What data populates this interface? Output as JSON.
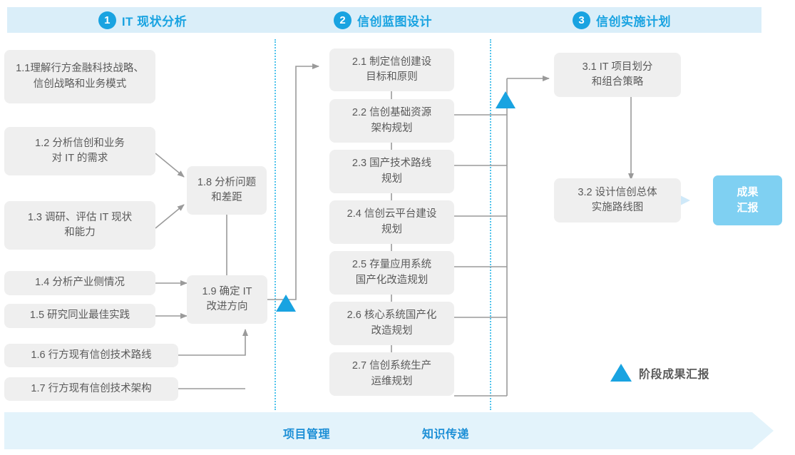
{
  "phases": [
    {
      "num": "1",
      "label": "IT 现状分析"
    },
    {
      "num": "2",
      "label": "信创蓝图设计"
    },
    {
      "num": "3",
      "label": "信创实施计划"
    }
  ],
  "nodes": {
    "n11": "1.1理解行方金融科技战略、\n信创战略和业务模式",
    "n12": "1.2 分析信创和业务\n对 IT 的需求",
    "n13": "1.3 调研、评估 IT 现状\n和能力",
    "n14": "1.4 分析产业侧情况",
    "n15": "1.5 研究同业最佳实践",
    "n16": "1.6 行方现有信创技术路线",
    "n17": "1.7 行方现有信创技术架构",
    "n18": "1.8 分析问题\n和差距",
    "n19": "1.9 确定 IT\n改进方向",
    "n21": "2.1 制定信创建设\n目标和原则",
    "n22": "2.2 信创基础资源\n架构规划",
    "n23": "2.3 国产技术路线\n规划",
    "n24": "2.4 信创云平台建设\n规划",
    "n25": "2.5 存量应用系统\n国产化改造规划",
    "n26": "2.6 核心系统国产化\n改造规划",
    "n27": "2.7 信创系统生产\n运维规划",
    "n31": "3.1 IT 项目划分\n和组合策略",
    "n32": "3.2 设计信创总体\n实施路线图",
    "result": "成果\n汇报"
  },
  "legend": {
    "milestone_label": "阶段成果汇报"
  },
  "bottom": {
    "items": [
      "项目管理",
      "知识传递"
    ]
  },
  "colors": {
    "brand_blue": "#19a3e1",
    "band_blue": "#daeef9",
    "bottom_band_blue": "#e3f3fb",
    "node_gray": "#efefef",
    "node_text": "#5a5a5a",
    "result_blue": "#7fd0f2",
    "connector_gray": "#9a9a9a",
    "dotted_blue": "#4fc3ec"
  }
}
